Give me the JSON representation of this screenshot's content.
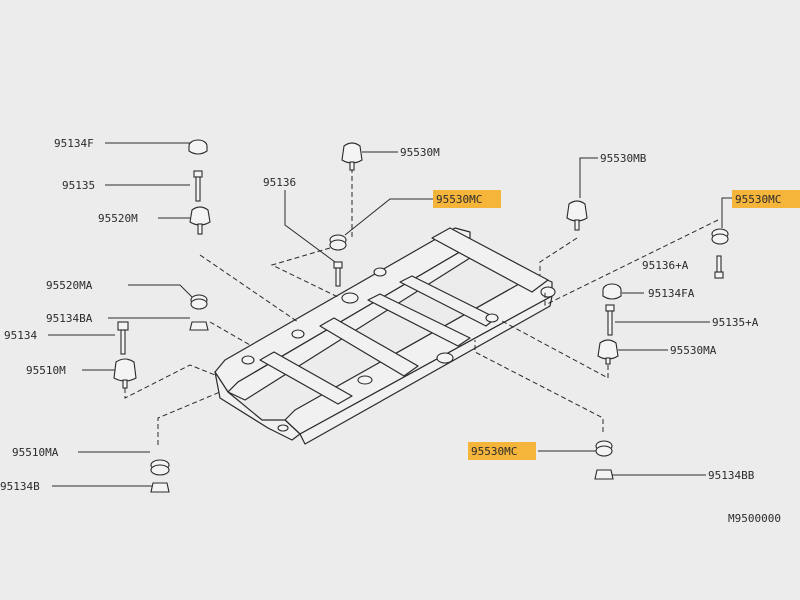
{
  "theme": {
    "highlight": "#f5b43a",
    "ink": "#2b2b2b",
    "paper": "#ececec"
  },
  "labels": {
    "l_95134F": "95134F",
    "l_95135": "95135",
    "l_95520M": "95520M",
    "l_95520MA": "95520MA",
    "l_95134BA": "95134BA",
    "l_95134": "95134",
    "l_95510M": "95510M",
    "l_95510MA": "95510MA",
    "l_95134B": "95134B",
    "l_95136": "95136",
    "l_95530M": "95530M",
    "l_95530MC_top": "95530MC",
    "l_95530MB": "95530MB",
    "l_95530MC_right": "95530MC",
    "l_95136A": "95136+A",
    "l_95134FA": "95134FA",
    "l_95135A": "95135+A",
    "l_95530MA": "95530MA",
    "l_95530MC_bottom": "95530MC",
    "l_95134BB": "95134BB",
    "figure_code": "M9500000"
  }
}
